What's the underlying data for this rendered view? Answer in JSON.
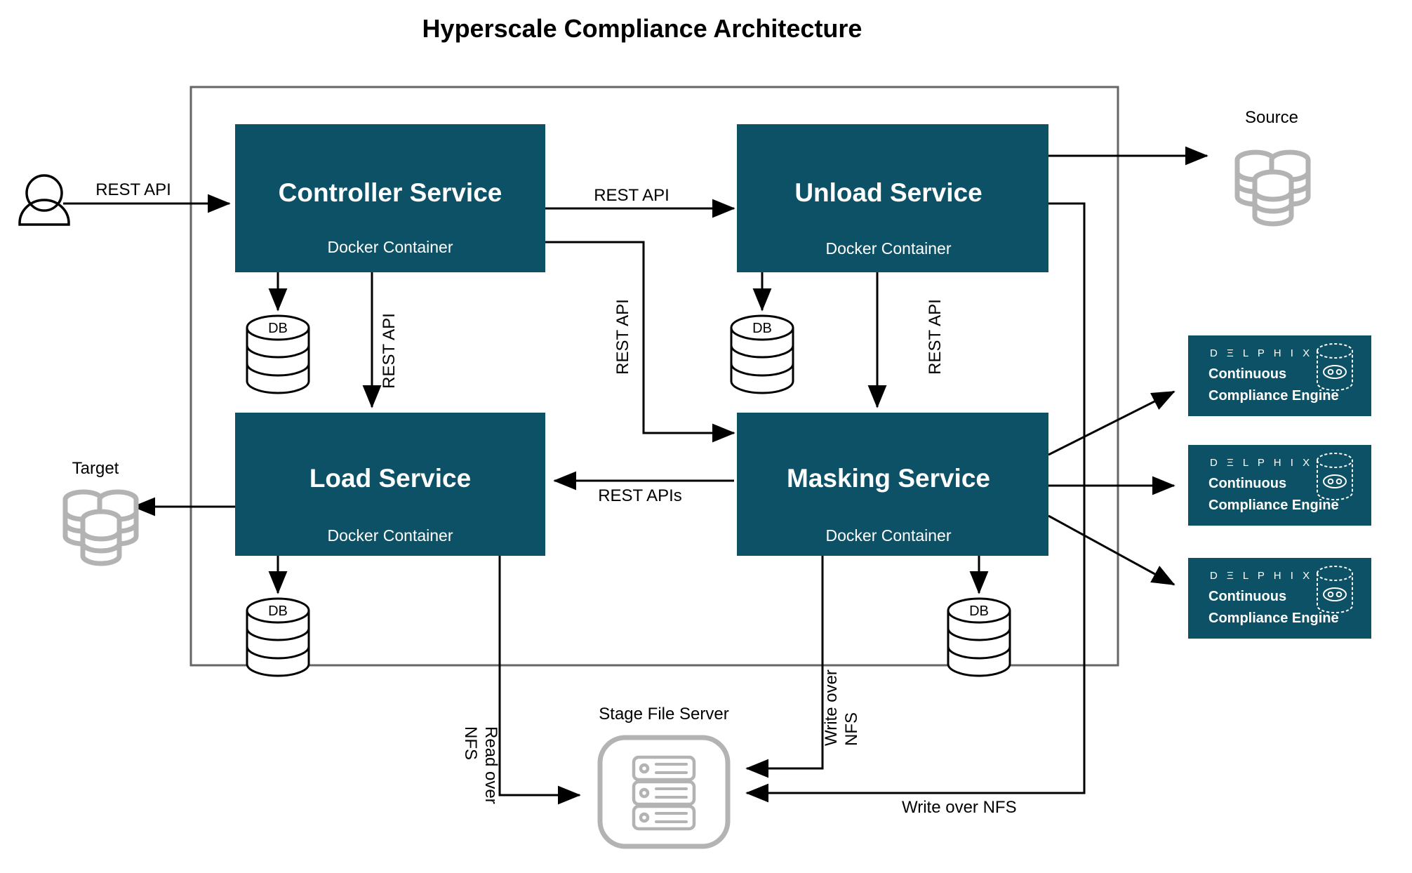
{
  "title": "Hyperscale Compliance Architecture",
  "colors": {
    "service_fill": "#0d5167",
    "engine_fill": "#0d5167",
    "container_border": "#666666",
    "arrow": "#000000",
    "grey_icon": "#b3b3b3",
    "text_on_dark": "#ffffff",
    "background": "#ffffff"
  },
  "container": {
    "name": "hyperscale-boundary"
  },
  "services": [
    {
      "id": "controller",
      "title": "Controller Service",
      "subtitle": "Docker Container"
    },
    {
      "id": "unload",
      "title": "Unload Service",
      "subtitle": "Docker Container"
    },
    {
      "id": "load",
      "title": "Load Service",
      "subtitle": "Docker Container"
    },
    {
      "id": "masking",
      "title": "Masking Service",
      "subtitle": "Docker Container"
    }
  ],
  "databases": [
    {
      "id": "controller-db",
      "label": "DB"
    },
    {
      "id": "unload-db",
      "label": "DB"
    },
    {
      "id": "load-db",
      "label": "DB"
    },
    {
      "id": "masking-db",
      "label": "DB"
    }
  ],
  "endpoints": {
    "user": {
      "label": "",
      "icon": "user-icon"
    },
    "source": {
      "label": "Source",
      "icon": "database-stack-icon"
    },
    "target": {
      "label": "Target",
      "icon": "database-stack-icon"
    },
    "stage_file_server": {
      "label": "Stage File Server",
      "icon": "file-server-icon"
    }
  },
  "engines": [
    {
      "id": "engine-1",
      "logo": "D Ξ L P H I X",
      "line1": "Continuous",
      "line2": "Compliance Engine",
      "icon": "masked-database-icon"
    },
    {
      "id": "engine-2",
      "logo": "D Ξ L P H I X",
      "line1": "Continuous",
      "line2": "Compliance Engine",
      "icon": "masked-database-icon"
    },
    {
      "id": "engine-3",
      "logo": "D Ξ L P H I X",
      "line1": "Continuous",
      "line2": "Compliance Engine",
      "icon": "masked-database-icon"
    }
  ],
  "edge_labels": {
    "user_to_controller": "REST API",
    "controller_to_unload": "REST API",
    "controller_to_load": "REST API",
    "controller_to_masking": "REST API",
    "unload_to_masking": "REST API",
    "masking_to_load": "REST APIs",
    "load_read_nfs_l1": "Read over",
    "load_read_nfs_l2": "NFS",
    "masking_write_nfs_l1": "Write over",
    "masking_write_nfs_l2": "NFS",
    "unload_write_nfs": "Write over NFS"
  }
}
